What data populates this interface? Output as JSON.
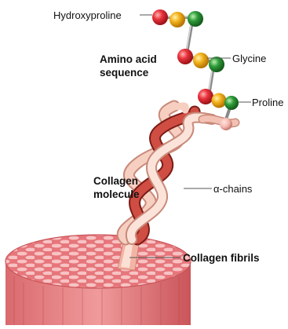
{
  "labels": {
    "hydroxyproline": "Hydroxyproline",
    "glycine": "Glycine",
    "proline": "Proline",
    "amino_acid_line1": "Amino acid",
    "amino_acid_line2": "sequence",
    "collagen_molecule_line1": "Collagen",
    "collagen_molecule_line2": "molecule",
    "alpha_chains": "α-chains",
    "collagen_fibrils": "Collagen fibrils"
  },
  "colors": {
    "hydroxyproline": "#e8323c",
    "glycine": "#f2b21c",
    "proline": "#2e9d3a",
    "strand_dark": "#c4433a",
    "strand_light": "#f3c6b3",
    "fibril": "#e8868a"
  },
  "icons": {
    "hydroxyproline": "red-sphere-icon",
    "glycine": "yellow-sphere-icon",
    "proline": "green-sphere-icon"
  }
}
